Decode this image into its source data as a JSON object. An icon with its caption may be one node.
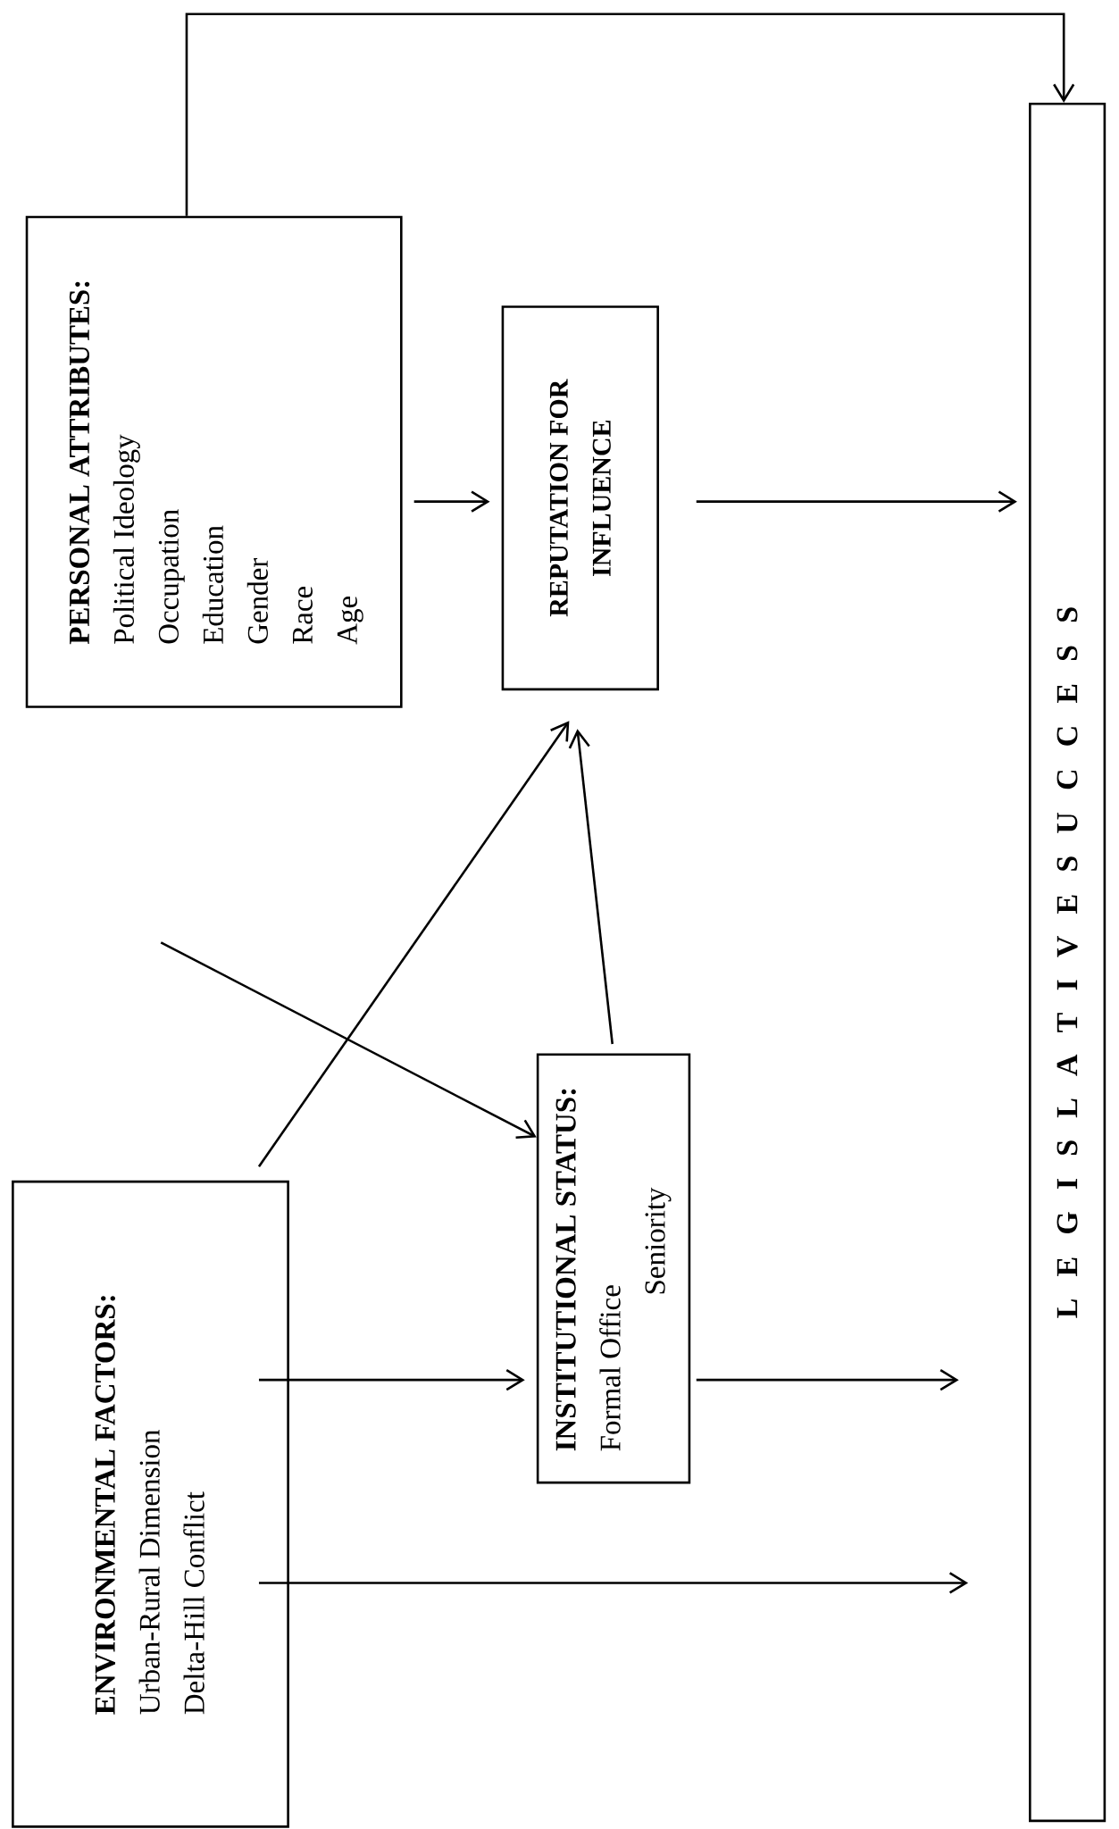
{
  "diagram": {
    "nodes": [
      {
        "text": [
          "PERSONAL ATTRIBUTES:",
          "Political Ideology",
          "Occupation",
          "Education",
          "Gender",
          "Race",
          "Age"
        ]
      },
      {
        "text": [
          "REPUTATION FOR INFLUENCE"
        ]
      },
      {
        "text": [
          "INSTITUTIONAL STATUS:",
          "Formal Office",
          "Seniority"
        ]
      },
      {
        "text": [
          "ENVIRONMENTAL FACTORS:",
          "Urban-Rural Dimension",
          "Delta-Hill Conflict"
        ]
      },
      {
        "text": [
          "L E G I S L A T I V E S U C C E S S"
        ]
      }
    ],
    "edges": [
      {
        "from": 0,
        "to": 4,
        "arrow": "to"
      },
      {
        "from": 0,
        "to": 1,
        "arrow": "to"
      },
      {
        "from": 1,
        "to": 4,
        "arrow": "to"
      },
      {
        "from": null,
        "to": 2,
        "arrow": "to"
      },
      {
        "from": 3,
        "to": 1,
        "arrow": "to"
      },
      {
        "from": 2,
        "to": 1,
        "arrow": "to"
      },
      {
        "from": 3,
        "to": 2,
        "arrow": "to"
      },
      {
        "from": 2,
        "to": 4,
        "arrow": "to"
      },
      {
        "from": 3,
        "to": 4,
        "arrow": "to"
      }
    ]
  }
}
